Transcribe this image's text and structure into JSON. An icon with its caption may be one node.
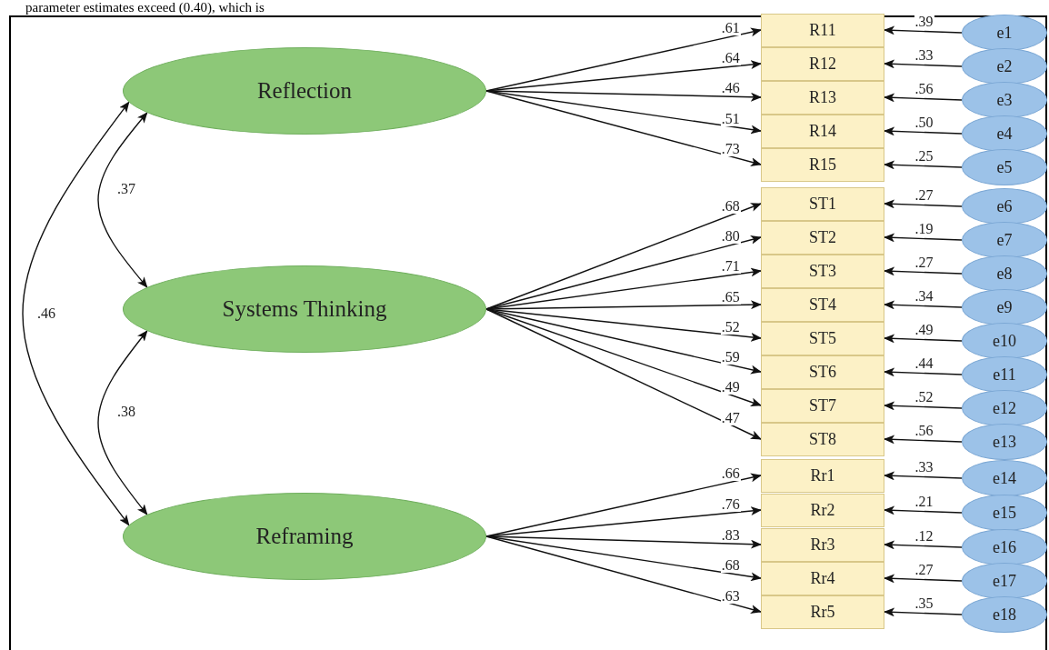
{
  "diagram": {
    "nodes": [
      {
        "text": [
          "Reflection"
        ]
      },
      {
        "text": [
          "Systems Thinking"
        ]
      },
      {
        "text": [
          "Reframing"
        ]
      },
      {
        "text": [
          "R11"
        ]
      },
      {
        "text": [
          "R12"
        ]
      },
      {
        "text": [
          "R13"
        ]
      },
      {
        "text": [
          "R14"
        ]
      },
      {
        "text": [
          "R15"
        ]
      },
      {
        "text": [
          "ST1"
        ]
      },
      {
        "text": [
          "ST2"
        ]
      },
      {
        "text": [
          "ST3"
        ]
      },
      {
        "text": [
          "ST4"
        ]
      },
      {
        "text": [
          "ST5"
        ]
      },
      {
        "text": [
          "ST6"
        ]
      },
      {
        "text": [
          "ST7"
        ]
      },
      {
        "text": [
          "ST8"
        ]
      },
      {
        "text": [
          "Rr1"
        ]
      },
      {
        "text": [
          "Rr2"
        ]
      },
      {
        "text": [
          "Rr3"
        ]
      },
      {
        "text": [
          "Rr4"
        ]
      },
      {
        "text": [
          "Rr5"
        ]
      },
      {
        "text": [
          "e1"
        ]
      },
      {
        "text": [
          "e2"
        ]
      },
      {
        "text": [
          "e3"
        ]
      },
      {
        "text": [
          "e4"
        ]
      },
      {
        "text": [
          "e5"
        ]
      },
      {
        "text": [
          "e6"
        ]
      },
      {
        "text": [
          "e7"
        ]
      },
      {
        "text": [
          "e8"
        ]
      },
      {
        "text": [
          "e9"
        ]
      },
      {
        "text": [
          "e10"
        ]
      },
      {
        "text": [
          "e11"
        ]
      },
      {
        "text": [
          "e12"
        ]
      },
      {
        "text": [
          "e13"
        ]
      },
      {
        "text": [
          "e14"
        ]
      },
      {
        "text": [
          "e15"
        ]
      },
      {
        "text": [
          "e16"
        ]
      },
      {
        "text": [
          "e17"
        ]
      },
      {
        "text": [
          "e18"
        ]
      }
    ],
    "edges": [
      {
        "from": 0,
        "to": 3,
        "arrow": "to",
        "label": ".61"
      },
      {
        "from": 0,
        "to": 4,
        "arrow": "to",
        "label": ".64"
      },
      {
        "from": 0,
        "to": 5,
        "arrow": "to",
        "label": ".46"
      },
      {
        "from": 0,
        "to": 6,
        "arrow": "to",
        "label": ".51"
      },
      {
        "from": 0,
        "to": 7,
        "arrow": "to",
        "label": ".73"
      },
      {
        "from": 1,
        "to": 8,
        "arrow": "to",
        "label": ".68"
      },
      {
        "from": 1,
        "to": 9,
        "arrow": "to",
        "label": ".80"
      },
      {
        "from": 1,
        "to": 10,
        "arrow": "to",
        "label": ".71"
      },
      {
        "from": 1,
        "to": 11,
        "arrow": "to",
        "label": ".65"
      },
      {
        "from": 1,
        "to": 12,
        "arrow": "to",
        "label": ".52"
      },
      {
        "from": 1,
        "to": 13,
        "arrow": "to",
        "label": ".59"
      },
      {
        "from": 1,
        "to": 14,
        "arrow": "to",
        "label": ".49"
      },
      {
        "from": 1,
        "to": 15,
        "arrow": "to",
        "label": ".47"
      },
      {
        "from": 2,
        "to": 16,
        "arrow": "to",
        "label": ".66"
      },
      {
        "from": 2,
        "to": 17,
        "arrow": "to",
        "label": ".76"
      },
      {
        "from": 2,
        "to": 18,
        "arrow": "to",
        "label": ".83"
      },
      {
        "from": 2,
        "to": 19,
        "arrow": "to",
        "label": ".68"
      },
      {
        "from": 2,
        "to": 20,
        "arrow": "to",
        "label": ".63"
      },
      {
        "from": 21,
        "to": 3,
        "arrow": "to",
        "label": ".39"
      },
      {
        "from": 22,
        "to": 4,
        "arrow": "to",
        "label": ".33"
      },
      {
        "from": 23,
        "to": 5,
        "arrow": "to",
        "label": ".56"
      },
      {
        "from": 24,
        "to": 6,
        "arrow": "to",
        "label": ".50"
      },
      {
        "from": 25,
        "to": 7,
        "arrow": "to",
        "label": ".25"
      },
      {
        "from": 26,
        "to": 8,
        "arrow": "to",
        "label": ".27"
      },
      {
        "from": 27,
        "to": 9,
        "arrow": "to",
        "label": ".19"
      },
      {
        "from": 28,
        "to": 10,
        "arrow": "to",
        "label": ".27"
      },
      {
        "from": 29,
        "to": 11,
        "arrow": "to",
        "label": ".34"
      },
      {
        "from": 30,
        "to": 12,
        "arrow": "to",
        "label": ".49"
      },
      {
        "from": 31,
        "to": 13,
        "arrow": "to",
        "label": ".44"
      },
      {
        "from": 32,
        "to": 14,
        "arrow": "to",
        "label": ".52"
      },
      {
        "from": 33,
        "to": 15,
        "arrow": "to",
        "label": ".56"
      },
      {
        "from": 34,
        "to": 16,
        "arrow": "to",
        "label": ".33"
      },
      {
        "from": 35,
        "to": 17,
        "arrow": "to",
        "label": ".21"
      },
      {
        "from": 36,
        "to": 18,
        "arrow": "to",
        "label": ".12"
      },
      {
        "from": 37,
        "to": 19,
        "arrow": "to",
        "label": ".27"
      },
      {
        "from": 38,
        "to": 20,
        "arrow": "to",
        "label": ".35"
      },
      {
        "from": 0,
        "to": 1,
        "arrow": "both",
        "label": ".37"
      },
      {
        "from": 1,
        "to": 2,
        "arrow": "both",
        "label": ".38"
      },
      {
        "from": 0,
        "to": 2,
        "arrow": "both",
        "label": ".46"
      }
    ],
    "labels": [
      "parameter estimates exceed (0.40), which is"
    ]
  }
}
